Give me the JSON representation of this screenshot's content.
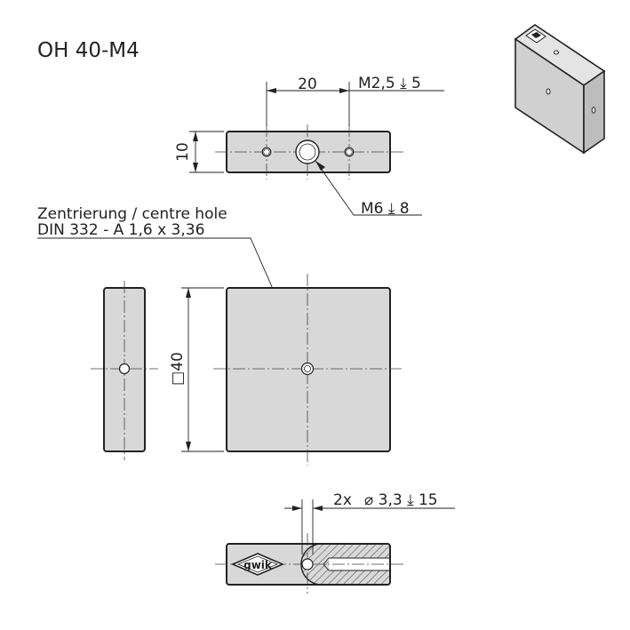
{
  "title": "OH 40-M4",
  "labels": {
    "pitch": "20",
    "thread_small": "M2,5 ⤓ 5",
    "thickness": "10",
    "thread_large": "M6 ⤓ 8",
    "centre_hole_line1": "Zentrierung / centre hole",
    "centre_hole_line2": "DIN 332 - A 1,6 x 3,36",
    "square": "□40",
    "bore_count": "2x",
    "bore_spec": "⌀ 3,3 ⤓ 15"
  },
  "logo_text": "gwik",
  "colors": {
    "line": "#222222",
    "face_fill": "#d8d8d8",
    "iso_side": "#c8c8c8",
    "iso_top": "#e4e4e4"
  }
}
